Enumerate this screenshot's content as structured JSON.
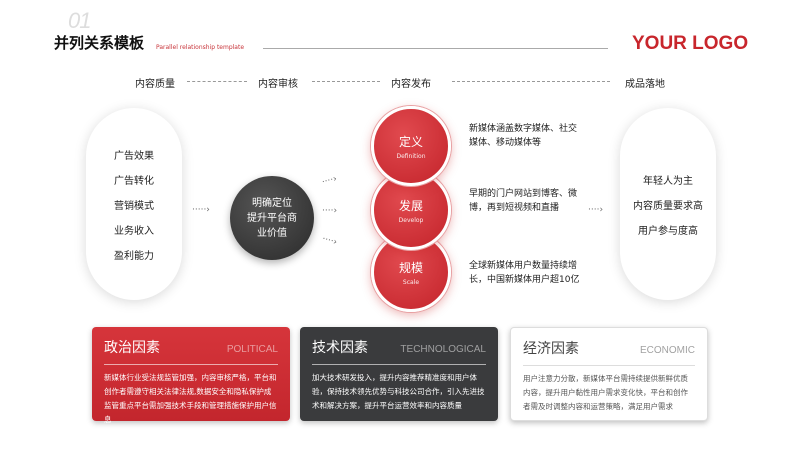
{
  "header": {
    "number": "01",
    "title": "并列关系模板",
    "subtitle": "Parallel relationship template",
    "logo": "YOUR LOGO"
  },
  "stages": [
    "内容质量",
    "内容审核",
    "内容发布",
    "成品落地"
  ],
  "left_items": [
    "广告效果",
    "广告转化",
    "营销模式",
    "业务收入",
    "盈利能力"
  ],
  "center": {
    "line1": "明确定位",
    "line2": "提升平台商",
    "line3": "业价值"
  },
  "circles": [
    {
      "zh": "定义",
      "en": "Definition",
      "desc": "新媒体涵盖数字媒体、社交媒体、移动媒体等"
    },
    {
      "zh": "发展",
      "en": "Develop",
      "desc": "早期的门户网站到博客、微博，再到短视频和直播"
    },
    {
      "zh": "规模",
      "en": "Scale",
      "desc": "全球新媒体用户数量持续增长，中国新媒体用户超10亿"
    }
  ],
  "right_items": [
    "年轻人为主",
    "内容质量要求高",
    "用户参与度高"
  ],
  "cards": [
    {
      "zh": "政治因素",
      "en": "POLITICAL",
      "body": "新媒体行业受法规监管加强，内容审核严格，平台和创作者需遵守相关法律法规,数据安全和隐私保护成监管重点平台需加强技术手段和管理措施保护用户信息"
    },
    {
      "zh": "技术因素",
      "en": "TECHNOLOGICAL",
      "body": "加大技术研发投入，提升内容推荐精准度和用户体验，保持技术领先优势与科技公司合作，引入先进技术和解决方案，提升平台运营效率和内容质量"
    },
    {
      "zh": "经济因素",
      "en": "ECONOMIC",
      "body": "用户注意力分散，新媒体平台需持续提供新鲜优质内容，提升用户黏性用户需求变化快，平台和创作者需及时调整内容和运营策略，满足用户需求"
    }
  ],
  "colors": {
    "accent": "#c8262c",
    "dark": "#3a3b3d"
  }
}
